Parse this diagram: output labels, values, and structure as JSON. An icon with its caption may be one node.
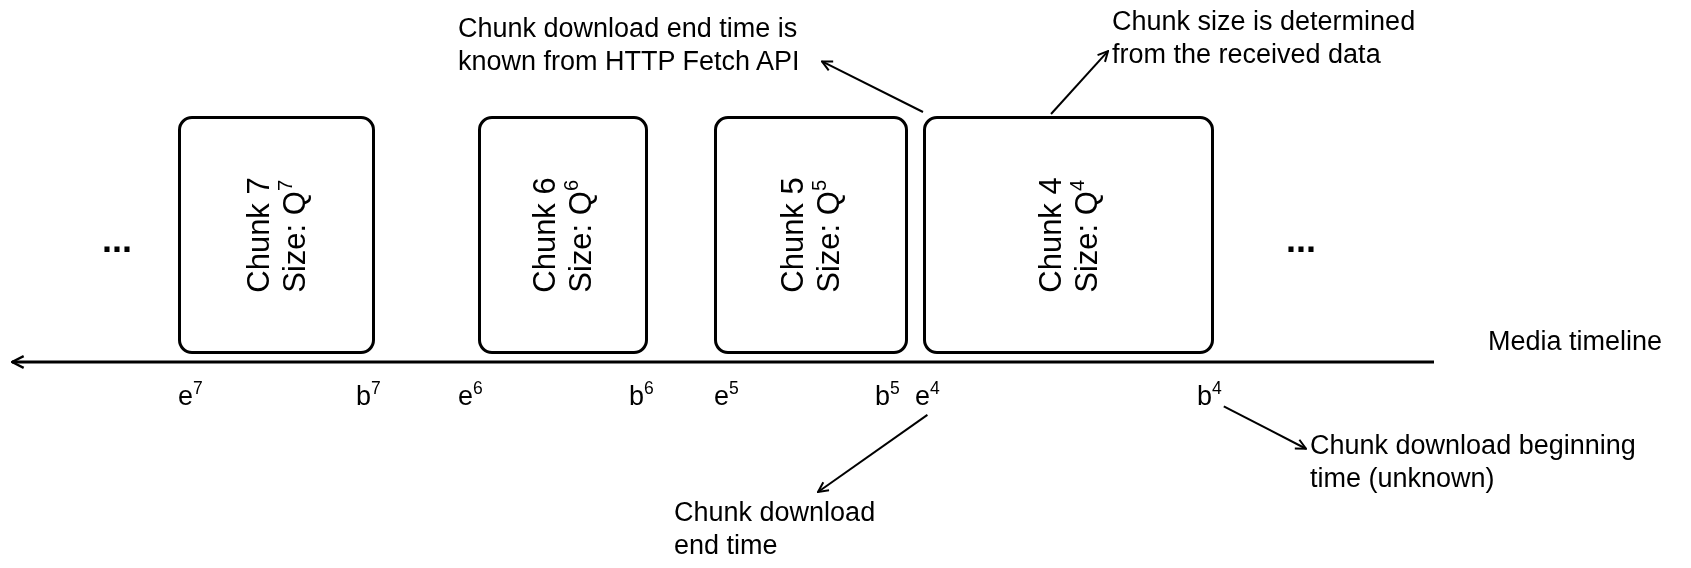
{
  "diagram": {
    "nodes": [
      {
        "text": [
          "Chunk download end time is known from HTTP Fetch API"
        ]
      },
      {
        "text": [
          "Chunk size is determined from the received data"
        ]
      },
      {
        "text": [
          "Chunk 7",
          "Size: Q$^{7}$"
        ]
      },
      {
        "text": [
          "Chunk 6",
          "Size: Q$^{6}$"
        ]
      },
      {
        "text": [
          "Chunk 5",
          "Size: Q$^{5}$"
        ]
      },
      {
        "text": [
          "Chunk 4",
          "Size: Q$^{4}$"
        ]
      },
      {
        "text": [
          "e$^{4}$"
        ]
      },
      {
        "text": [
          "b$^{4}$"
        ]
      },
      {
        "text": [
          "Chunk download end time"
        ]
      },
      {
        "text": [
          "Chunk download beginning time (unknown)"
        ]
      }
    ],
    "edges": [
      {
        "from": 5,
        "to": 0,
        "arrow": "to"
      },
      {
        "from": 5,
        "to": 1,
        "arrow": "to"
      },
      {
        "from": 6,
        "to": 8,
        "arrow": "to"
      },
      {
        "from": 7,
        "to": 9,
        "arrow": "to"
      }
    ],
    "labels": [
      "...",
      "...",
      "Media timeline",
      "e$^{7}$",
      "b$^{7}$",
      "e$^{6}$",
      "b$^{6}$",
      "e$^{5}$",
      "b$^{5}$"
    ]
  }
}
